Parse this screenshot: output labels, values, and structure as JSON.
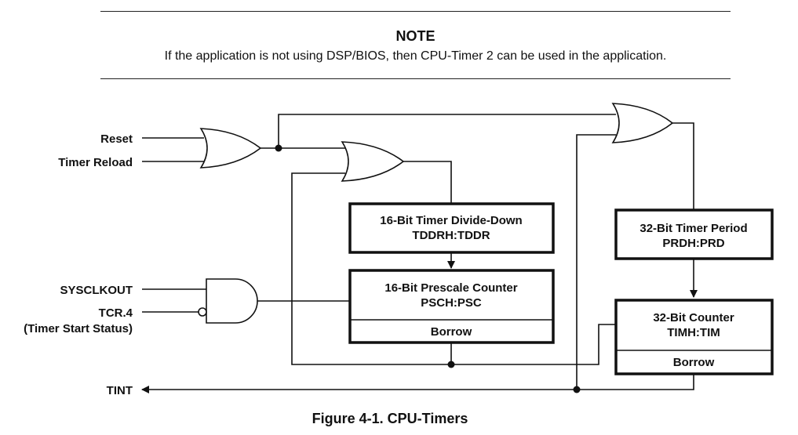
{
  "note": {
    "title": "NOTE",
    "text": "If the application is not using DSP/BIOS, then CPU-Timer 2 can be used in the application."
  },
  "signals": {
    "reset": "Reset",
    "timer_reload": "Timer Reload",
    "sysclkout": "SYSCLKOUT",
    "tcr4": "TCR.4",
    "tcr4_desc": "(Timer Start Status)",
    "tint": "TINT"
  },
  "boxes": {
    "divide_down": {
      "line1": "16-Bit Timer Divide-Down",
      "line2": "TDDRH:TDDR"
    },
    "prescale": {
      "line1": "16-Bit Prescale Counter",
      "line2": "PSCH:PSC",
      "borrow": "Borrow"
    },
    "period": {
      "line1": "32-Bit Timer Period",
      "line2": "PRDH:PRD"
    },
    "counter": {
      "line1": "32-Bit Counter",
      "line2": "TIMH:TIM",
      "borrow": "Borrow"
    }
  },
  "caption": "Figure 4-1. CPU-Timers"
}
